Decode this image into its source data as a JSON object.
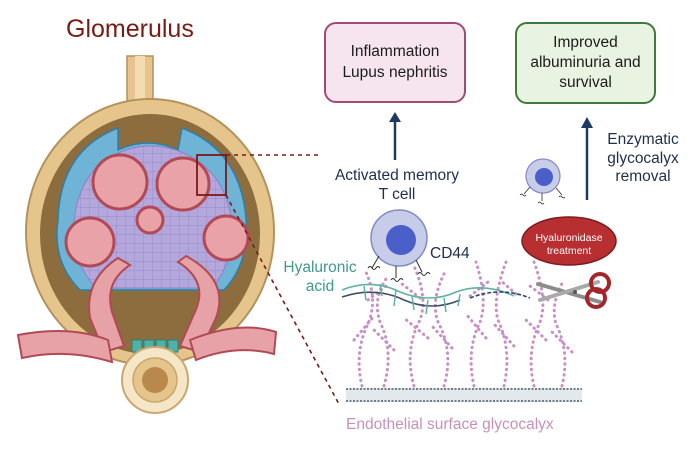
{
  "title": "Glomerulus",
  "outcome_left": "Inflammation\nLupus nephritis",
  "outcome_right": "Improved\nalbuminuria and\nsurvival",
  "cell_label": "Activated memory\nT cell",
  "receptor_label": "CD44",
  "ha_label": "Hyaluronic\nacid",
  "enzyme_label": "Hyaluronidase\ntreatment",
  "enzymatic_label": "Enzymatic\nglycocalyx\nremoval",
  "glycocalyx_label": "Endothelial surface glycocalyx",
  "colors": {
    "arrow": "#1d3a63",
    "left_box_border": "#a04a78",
    "right_box_border": "#3f7a3c",
    "enzyme_fill": "#b72f31",
    "ha_strand": "#5fb3a4",
    "glycocalyx_dots": "#c890c4",
    "capillary": "#e8a7a9",
    "mesangium": "#b6a8dc",
    "capsule": "#e2c28a"
  }
}
